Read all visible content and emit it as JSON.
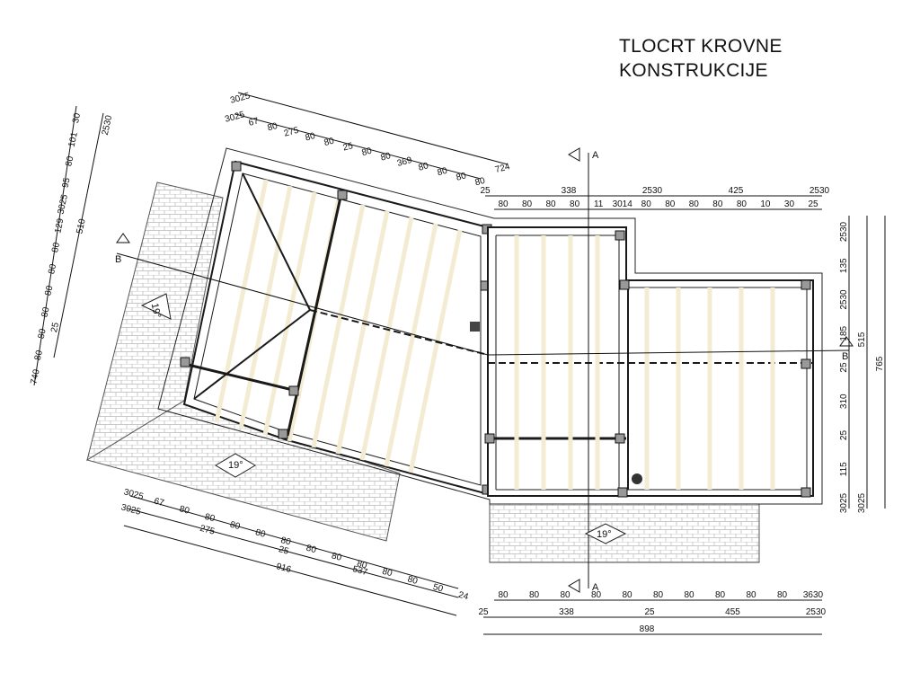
{
  "title": {
    "line1": "TLOCRT KROVNE",
    "line2": "KONSTRUKCIJE"
  },
  "section_labels": {
    "a_top": "A",
    "a_bottom": "A",
    "b_left": "B",
    "b_right": "B"
  },
  "slope_labels": [
    "19°",
    "19°",
    "19°"
  ],
  "dimensions": {
    "top_wing_a": [
      "3025",
      "724"
    ],
    "top_wing_b": [
      "3025",
      "67",
      "80",
      "275",
      "80",
      "80",
      "25",
      "80",
      "80",
      "369",
      "80",
      "80",
      "80",
      "80"
    ],
    "left_wing_a": [
      "740",
      "80",
      "80",
      "80",
      "80",
      "80",
      "80",
      "129",
      "3025",
      "95",
      "80",
      "101",
      "30"
    ],
    "left_wing_b": [
      "2530",
      "510",
      "25"
    ],
    "top_right_a": [
      "25",
      "338",
      "2530",
      "425",
      "2530"
    ],
    "top_right_b": [
      "80",
      "80",
      "80",
      "80",
      "11",
      "3014",
      "80",
      "80",
      "80",
      "80",
      "80",
      "10",
      "30",
      "25"
    ],
    "right_a": [
      "2530",
      "135",
      "2530",
      "185",
      "25",
      "310",
      "25",
      "115",
      "3025"
    ],
    "right_b": [
      "515",
      "3025"
    ],
    "right_c": [
      "765"
    ],
    "bottom_left_a": [
      "3025",
      "67",
      "80",
      "80",
      "80",
      "80",
      "80",
      "80",
      "80",
      "80",
      "80",
      "80",
      "50",
      "24"
    ],
    "bottom_left_b": [
      "3025",
      "275",
      "25",
      "537"
    ],
    "bottom_left_c": [
      "916"
    ],
    "bottom_right_a": [
      "80",
      "80",
      "80",
      "80",
      "80",
      "80",
      "80",
      "80",
      "80",
      "80",
      "3630"
    ],
    "bottom_right_b": [
      "25",
      "338",
      "25",
      "455",
      "2530"
    ],
    "bottom_right_c": [
      "898"
    ]
  },
  "colors": {
    "lines": "#1a1a1a",
    "rafters": "#f3ecd3",
    "tiles": "#c8c8c8"
  }
}
